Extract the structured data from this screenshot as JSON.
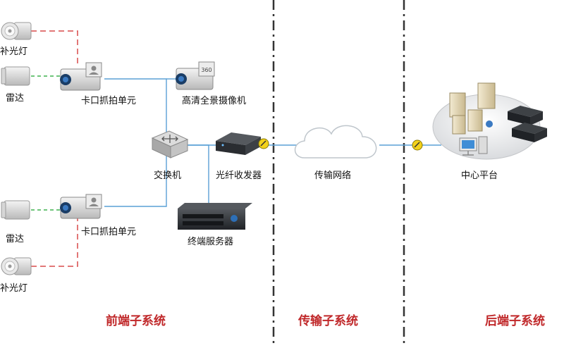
{
  "labels": {
    "light_top": "补光灯",
    "radar_top": "雷达",
    "capture_top": "卡口抓拍单元",
    "hd_camera": "高清全景摄像机",
    "switch": "交换机",
    "fiber": "光纤收发器",
    "radar_bottom": "雷达",
    "capture_bottom": "卡口抓拍单元",
    "server": "终端服务器",
    "light_bottom": "补光灯",
    "network": "传输网络",
    "center": "中心平台"
  },
  "badges": {
    "panorama": "360"
  },
  "sections": {
    "front": "前端子系统",
    "transmission": "传输子系统",
    "back": "后端子系统"
  },
  "colors": {
    "section_title": "#c0282a",
    "link": "#5aa0d6",
    "light_link": "#d84a4a",
    "radar_link": "#3fb24f",
    "divider": "#333333"
  }
}
